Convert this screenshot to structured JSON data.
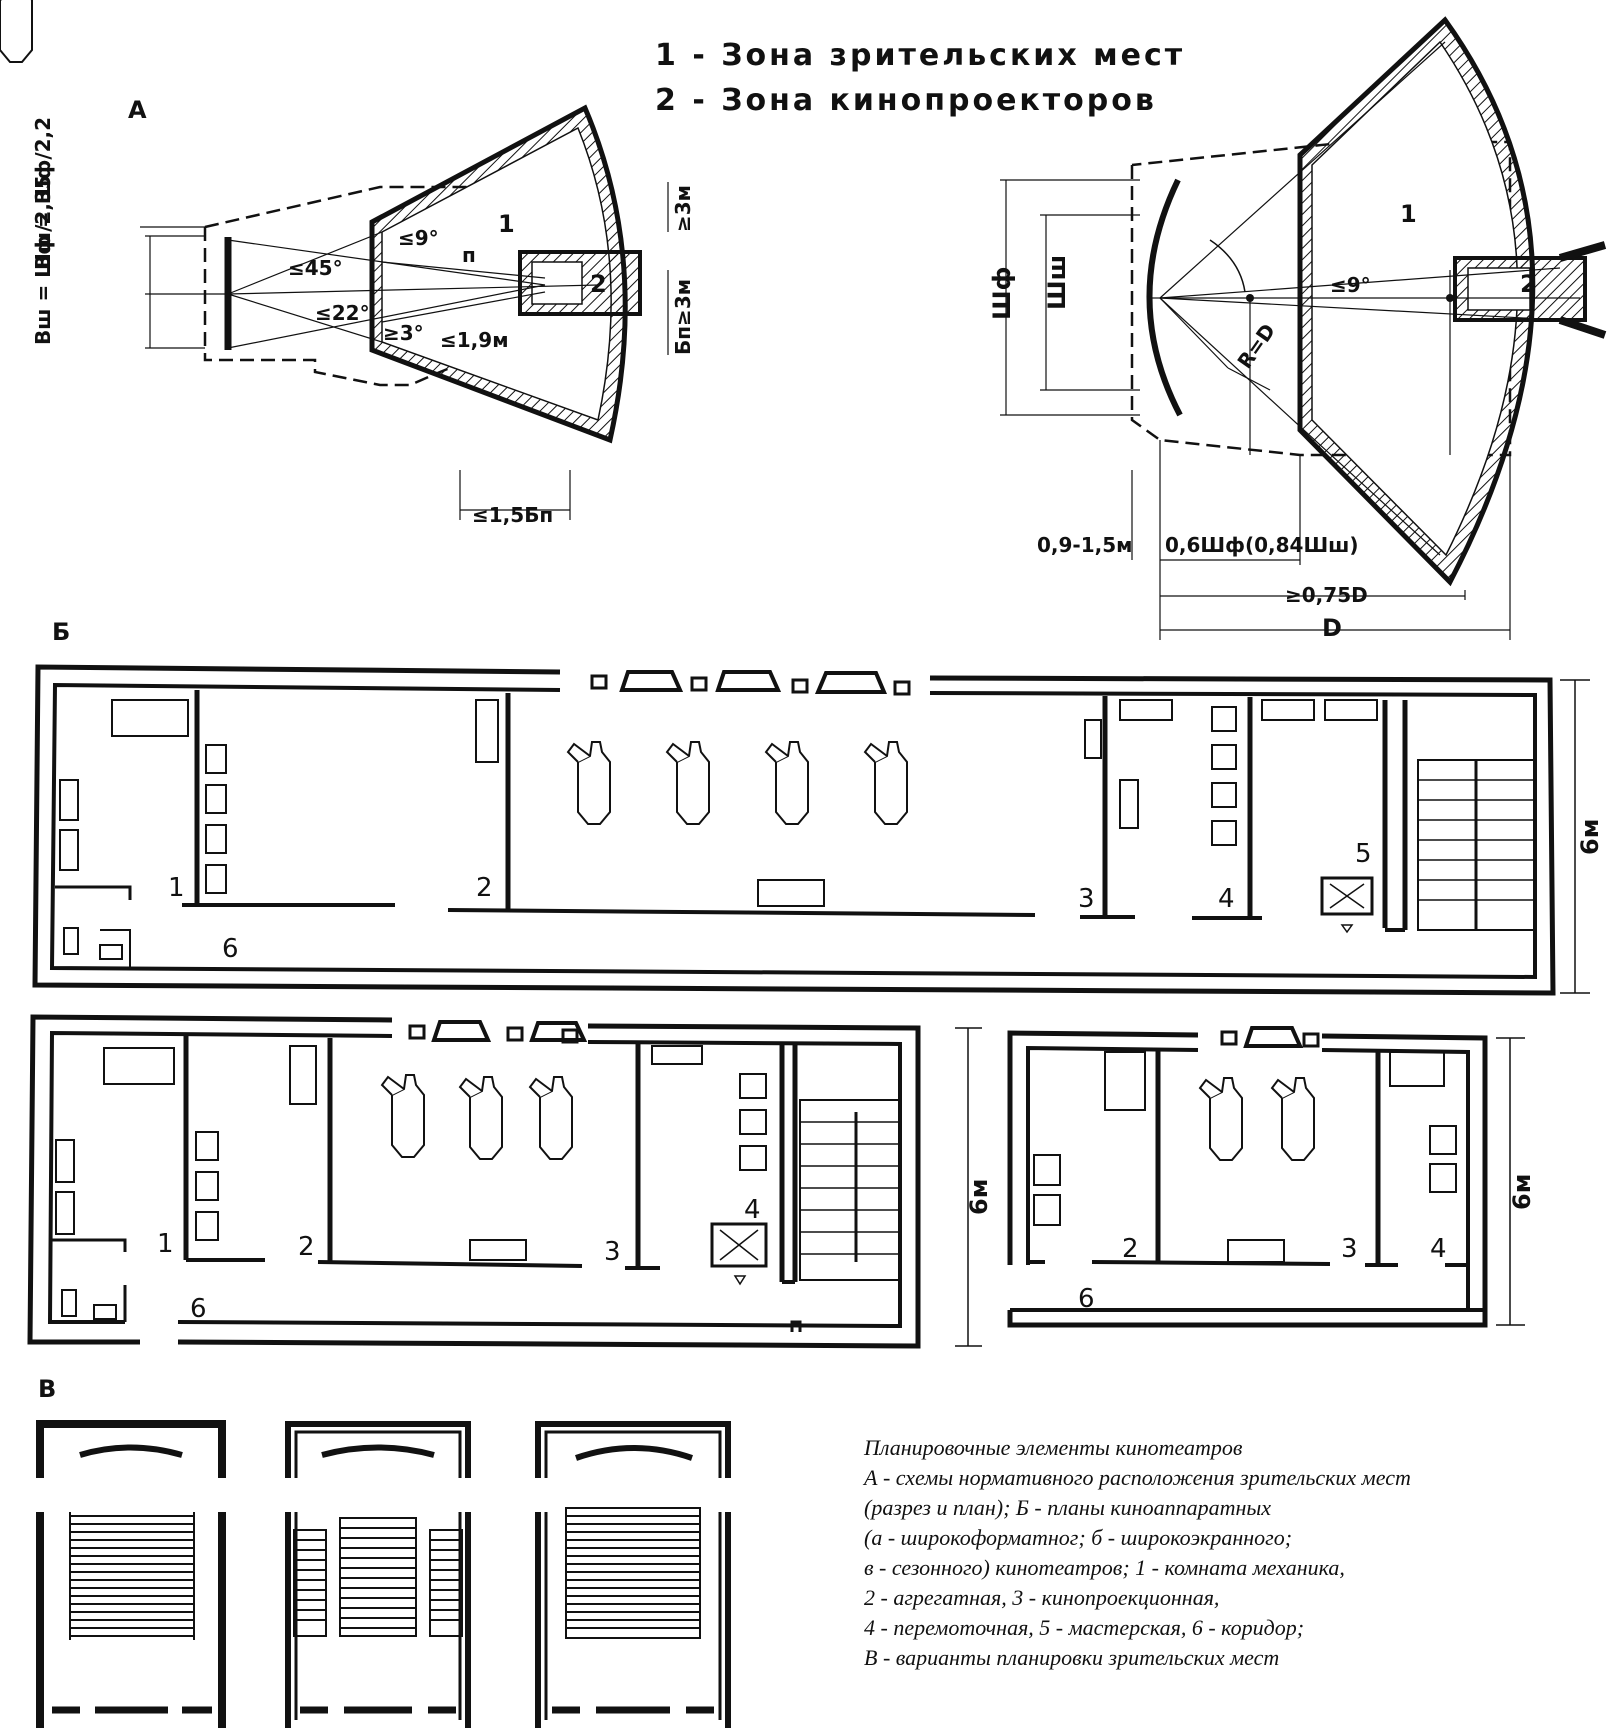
{
  "legend": {
    "zone1": "1 - Зона зрительских мест",
    "zone2": "2 - Зона кинопроекторов"
  },
  "panel_labels": {
    "a": "А",
    "b": "Б",
    "v": "В"
  },
  "schema_a": {
    "zone_1": "1",
    "zone_2": "2",
    "formula_f": "Bф = Шф/2,2",
    "formula_sh": "Bш = Шш/2,35",
    "angle_45": "≤45°",
    "angle_22": "≤22°",
    "angle_9": "≤9°",
    "angle_3": "≥3°",
    "dist_19": "≤1,9м",
    "dim_3m": "≥3м",
    "dim_bp": "Бп≥3м",
    "mark_p": "п",
    "dim_15bp": "≤1,5Бп"
  },
  "schema_plan": {
    "zone_1": "1",
    "zone_2": "2",
    "angle_9": "≤9°",
    "radius": "R=D",
    "sh_f": "Шф",
    "sh_sh": "Шш",
    "dim_09": "0,9-1,5м",
    "dim_06": "0,6Шф(0,84Шш)",
    "dim_075": "≥0,75D",
    "dim_d": "D"
  },
  "plans": {
    "dim_6m": "6м",
    "plan1": [
      "1",
      "2",
      "3",
      "4",
      "5",
      "6"
    ],
    "plan2": [
      "1",
      "2",
      "3",
      "4",
      "6"
    ],
    "plan3": [
      "2",
      "3",
      "4",
      "6"
    ]
  },
  "caption": [
    "Планировочные элементы кинотеатров",
    "А - схемы нормативного расположения зрительских мест",
    "(разрез и план); Б - планы киноаппаратных",
    "(а - широкоформатног; б - широкоэкранного;",
    "в - сезонного) кинотеатров; 1 - комната механика,",
    "2 - агрегатная, 3 - кинопроекционная,",
    "4 - перемоточная, 5 - мастерская, 6 - коридор;",
    "В - варианты планировки зрительских мест"
  ]
}
